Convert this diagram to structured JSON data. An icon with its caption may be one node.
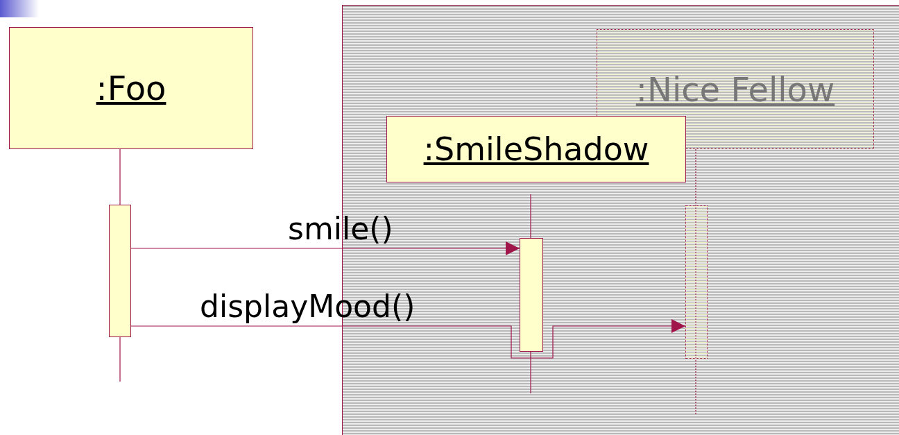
{
  "diagram": {
    "nodes": [
      {
        "text": [
          ":Foo"
        ]
      },
      {
        "text": [
          ":Nice Fellow"
        ]
      },
      {
        "text": [
          ":SmileShadow"
        ]
      },
      {
        "text": [],
        "shape": "bar"
      },
      {
        "text": [],
        "shape": "bar"
      },
      {
        "text": [],
        "shape": "bar"
      }
    ],
    "edges": [
      {
        "from": 3,
        "to": 4,
        "arrow": "to",
        "label": "smile()"
      },
      {
        "from": 3,
        "to": 5,
        "arrow": "to",
        "label": "displayMood()"
      }
    ]
  }
}
